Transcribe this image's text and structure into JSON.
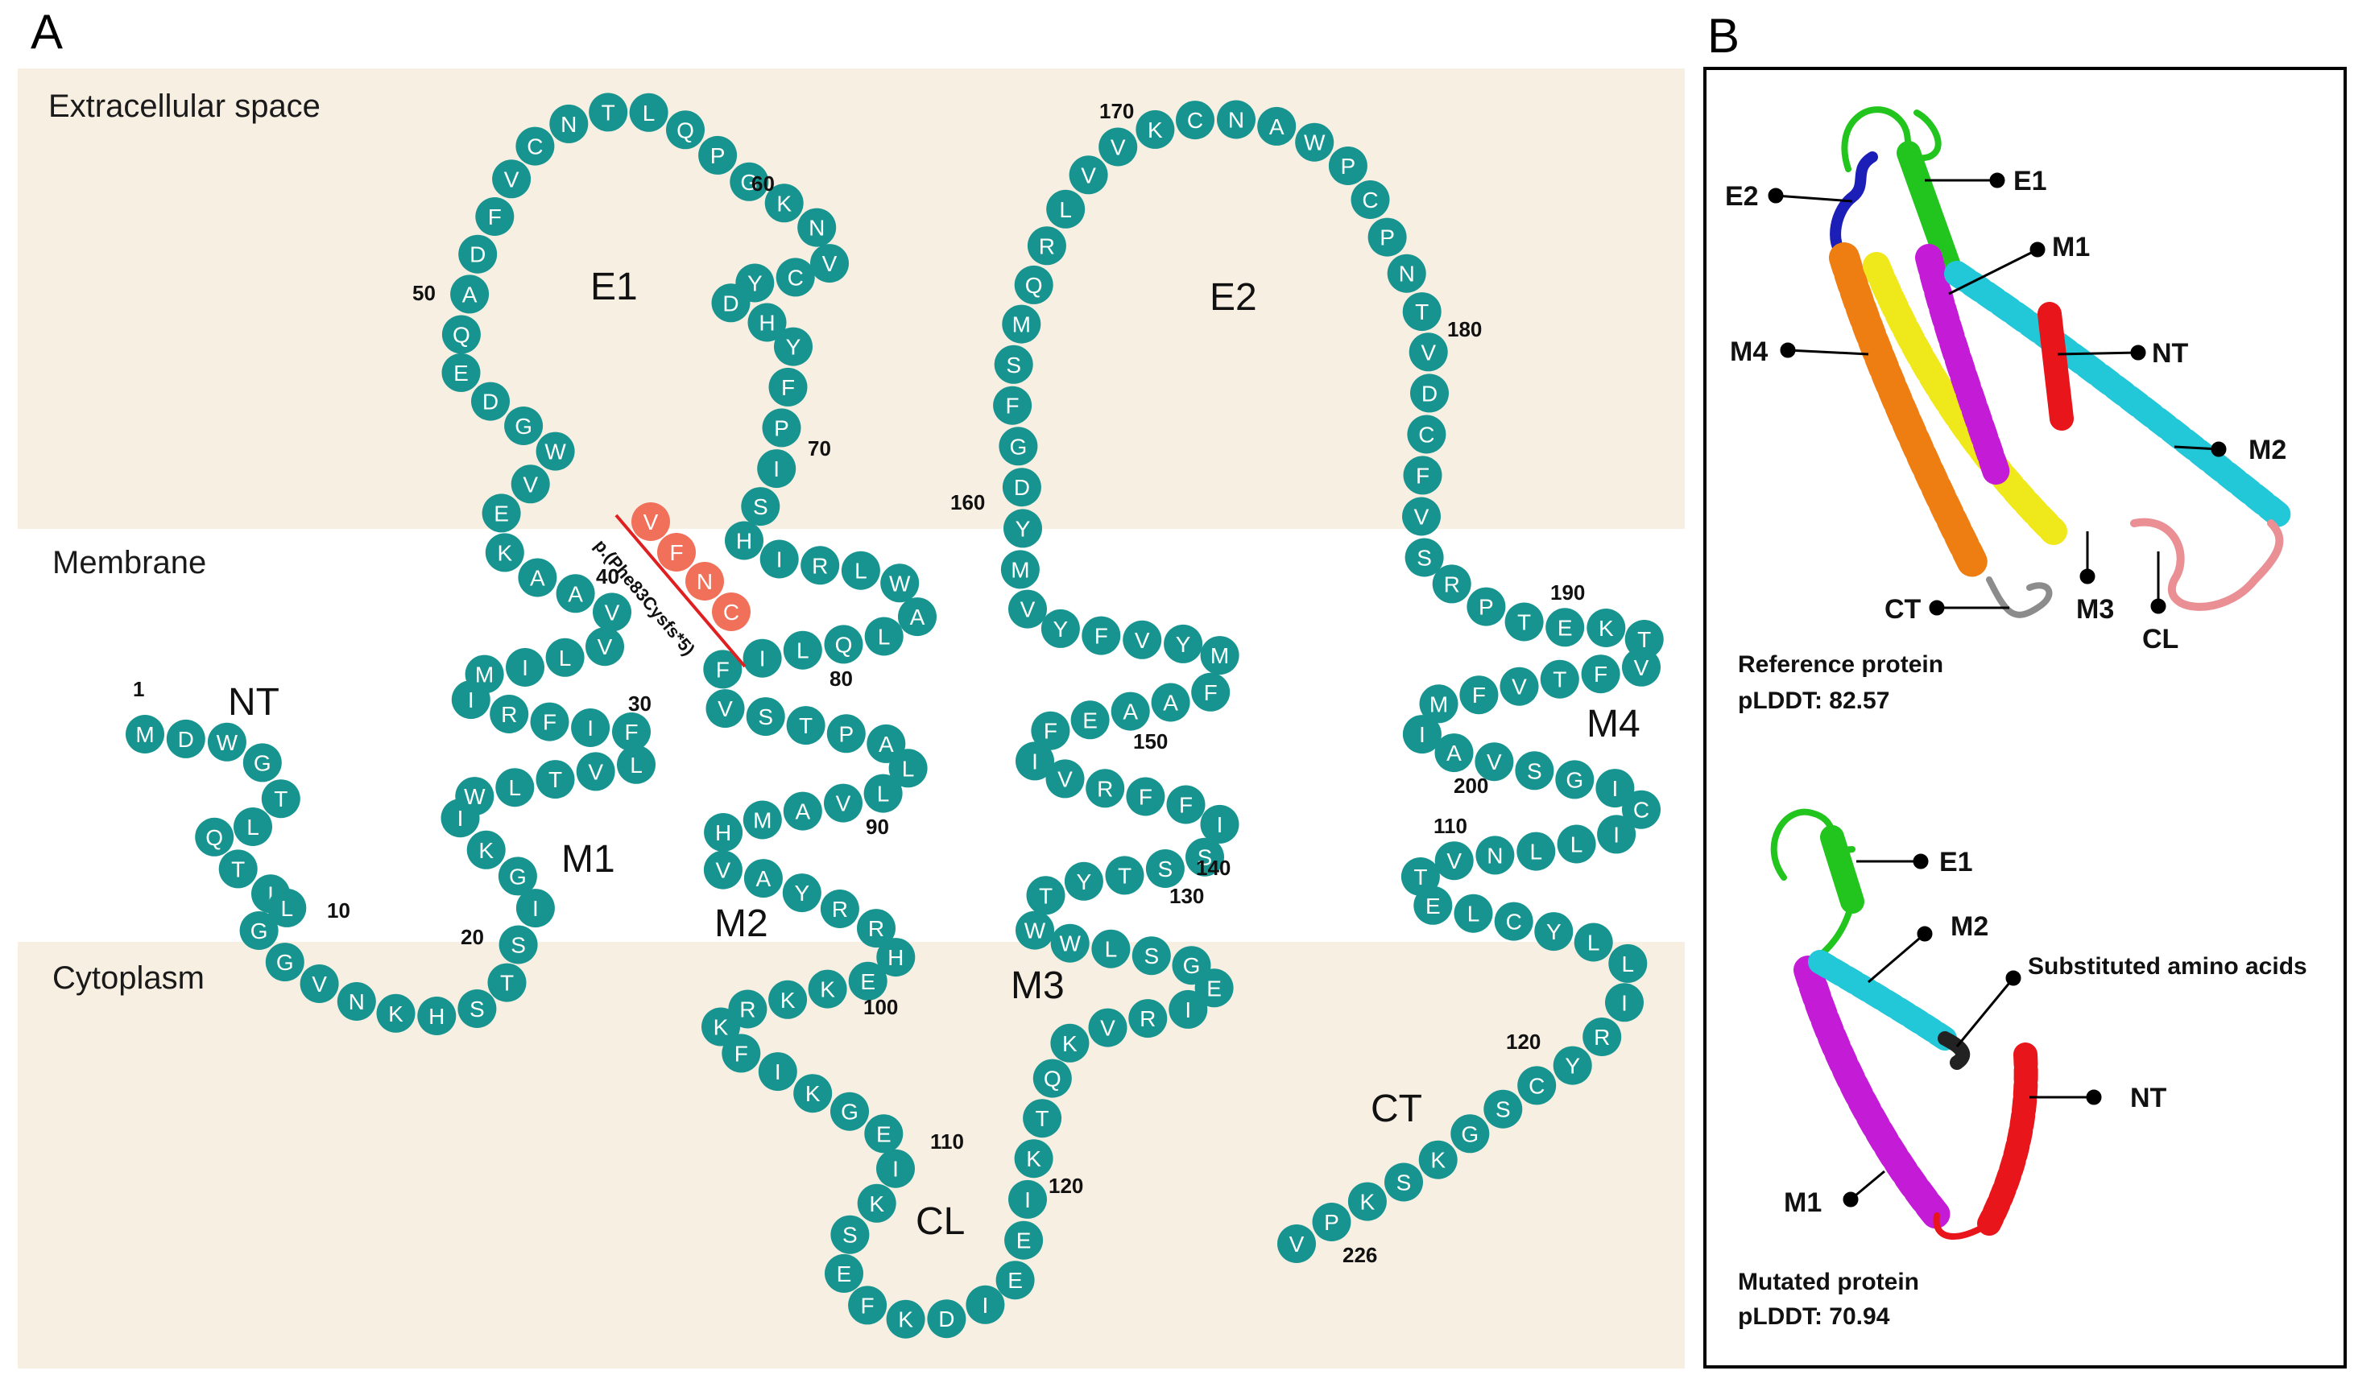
{
  "panel_a": {
    "letter": "A",
    "regions": {
      "extracellular": "Extracellular space",
      "membrane": "Membrane",
      "cytoplasm": "Cytoplasm"
    },
    "segments": {
      "nt": "NT",
      "e1": "E1",
      "e2": "E2",
      "m1": "M1",
      "m2": "M2",
      "m3": "M3",
      "m4": "M4",
      "cl": "CL",
      "ct": "CT"
    },
    "mutation_label": "p.(Phe83Cysfs*5)",
    "position_numbers": [
      "1",
      "10",
      "20",
      "30",
      "40",
      "50",
      "60",
      "70",
      "80",
      "90",
      "100",
      "110",
      "120",
      "130",
      "140",
      "150",
      "160",
      "170",
      "180",
      "190",
      "200",
      "110",
      "120",
      "226"
    ],
    "residues": [
      "M",
      "D",
      "W",
      "G",
      "T",
      "L",
      "Q",
      "T",
      "I",
      "L",
      "G",
      "G",
      "V",
      "N",
      "K",
      "H",
      "S",
      "T",
      "S",
      "I",
      "G",
      "K",
      "I",
      "W",
      "L",
      "T",
      "V",
      "L",
      "F",
      "I",
      "F",
      "R",
      "I",
      "M",
      "I",
      "L",
      "V",
      "V",
      "A",
      "A",
      "K",
      "E",
      "V",
      "W",
      "G",
      "D",
      "E",
      "Q",
      "A",
      "D",
      "F",
      "V",
      "C",
      "N",
      "T",
      "L",
      "Q",
      "P",
      "G",
      "K",
      "N",
      "V",
      "C",
      "Y",
      "D",
      "H",
      "Y",
      "F",
      "P",
      "I",
      "S",
      "H",
      "I",
      "R",
      "L",
      "W",
      "A",
      "L",
      "Q",
      "L",
      "I",
      "F",
      "V",
      "S",
      "T",
      "P",
      "A",
      "L",
      "L",
      "V",
      "A",
      "M",
      "H",
      "V",
      "A",
      "Y",
      "R",
      "R",
      "H",
      "E",
      "K",
      "K",
      "R",
      "K",
      "F",
      "I",
      "K",
      "G",
      "E",
      "I",
      "K",
      "S",
      "E",
      "F",
      "K",
      "D",
      "I",
      "E",
      "E",
      "I",
      "K",
      "T",
      "Q",
      "K",
      "V",
      "R",
      "I",
      "E",
      "G",
      "S",
      "L",
      "W",
      "W",
      "T",
      "Y",
      "T",
      "S",
      "S",
      "I",
      "F",
      "F",
      "R",
      "V",
      "I",
      "F",
      "E",
      "A",
      "A",
      "F",
      "M",
      "Y",
      "V",
      "F",
      "Y",
      "V",
      "M",
      "Y",
      "D",
      "G",
      "F",
      "S",
      "M",
      "Q",
      "R",
      "L",
      "V",
      "V",
      "K",
      "C",
      "N",
      "A",
      "W",
      "P",
      "C",
      "P",
      "N",
      "T",
      "V",
      "D",
      "C",
      "F",
      "V",
      "S",
      "R",
      "P",
      "T",
      "E",
      "K",
      "T",
      "V",
      "F",
      "T",
      "V",
      "F",
      "M",
      "I",
      "A",
      "V",
      "S",
      "G",
      "I",
      "C",
      "I",
      "L",
      "L",
      "N",
      "V",
      "T",
      "E",
      "L",
      "C",
      "Y",
      "L",
      "L",
      "I",
      "R",
      "Y",
      "C",
      "S",
      "G",
      "K",
      "S",
      "K",
      "P",
      "V"
    ],
    "mutated_residues": [
      "V",
      "F",
      "N",
      "C"
    ]
  },
  "panel_b": {
    "letter": "B",
    "reference": {
      "labels": {
        "e2": "E2",
        "e1": "E1",
        "m1": "M1",
        "m4": "M4",
        "nt": "NT",
        "m2": "M2",
        "ct": "CT",
        "m3": "M3",
        "cl": "CL"
      },
      "title": "Reference protein",
      "plddt": "pLDDT: 82.57"
    },
    "mutated": {
      "labels": {
        "e1": "E1",
        "m2": "M2",
        "subst": "Substituted amino acids",
        "nt": "NT",
        "m1": "M1"
      },
      "title": "Mutated protein",
      "plddt": "pLDDT: 70.94"
    }
  },
  "colors": {
    "residue": "#17948f",
    "mutated_residue": "#f0705a",
    "compartment_bg": "#f8efe3",
    "mutation_line": "#e02020",
    "nt": "#e8161b",
    "e1": "#22c51d",
    "e2": "#1b1fb8",
    "m1": "#c41bd6",
    "m2": "#22c7d8",
    "m3": "#efe81a",
    "m4": "#ee7d12",
    "cl": "#ea8f94",
    "ct": "#8c8c8c",
    "subst": "#222222"
  }
}
